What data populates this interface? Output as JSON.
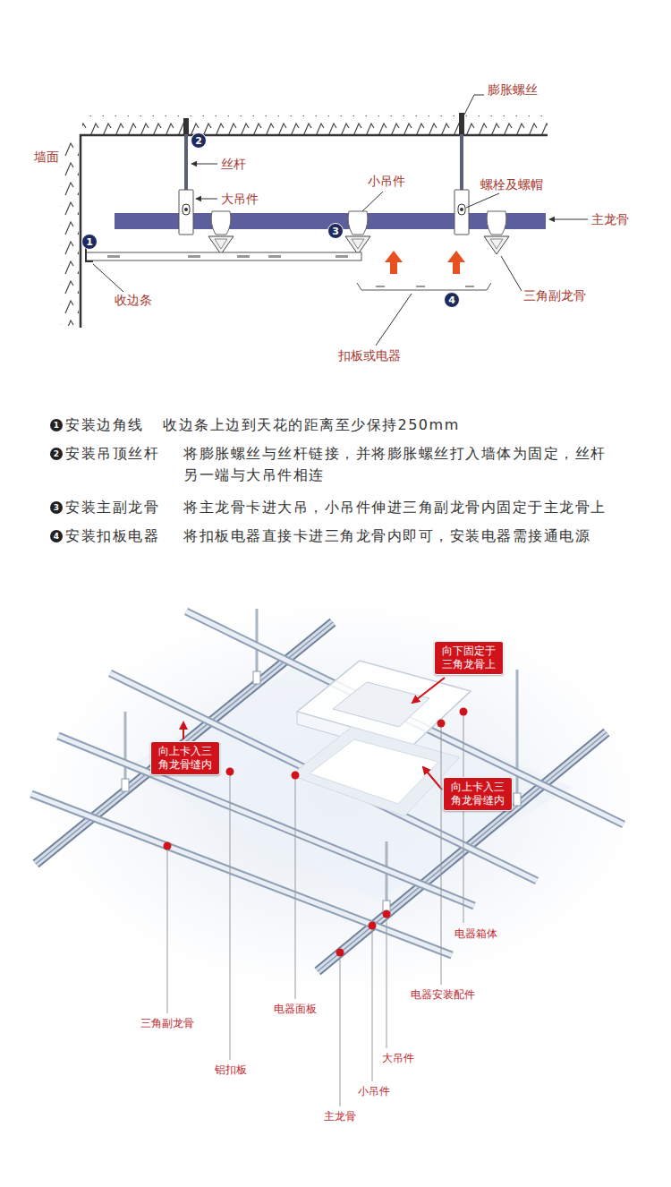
{
  "diagram": {
    "nodes": [
      {
        "text": [
          "1"
        ]
      },
      {
        "text": [
          "2"
        ]
      },
      {
        "text": [
          "3"
        ]
      },
      {
        "text": [
          "4"
        ]
      },
      {
        "text": [
          "1"
        ]
      },
      {
        "text": [
          "2"
        ]
      },
      {
        "text": [
          "3"
        ]
      },
      {
        "text": [
          "4"
        ]
      },
      {
        "text": [
          "向下固定于 三角龙骨上"
        ]
      },
      {
        "text": [
          "向上卡入三 角龙骨缝内"
        ]
      },
      {
        "text": [
          "向上卡入三 角龙骨缝内"
        ]
      }
    ],
    "labels": [
      "膨胀螺丝",
      "墙面",
      "丝杆",
      "大吊件",
      "小吊件",
      "螺栓及螺帽",
      "主龙骨",
      "三角副龙骨",
      "收边条",
      "扣板或电器",
      "安装边角线",
      "收边条上边到天花的距离至少保持250mm",
      "安装吊顶丝杆",
      "将膨胀螺丝与丝杆链接，并将膨胀螺丝打入墙体为固定，丝杆 另一端与大吊件相连",
      "安装主副龙骨",
      "将主龙骨卡进大吊，小吊件伸进三角副龙骨内固定于主龙骨上",
      "安装扣板电器",
      "将扣板电器直接卡进三角龙骨内即可，安装电器需接通电源",
      "电器箱体",
      "电器安装配件",
      "电器面板",
      "三角副龙骨",
      "大吊件",
      "铝扣板",
      "小吊件",
      "主龙骨"
    ]
  }
}
